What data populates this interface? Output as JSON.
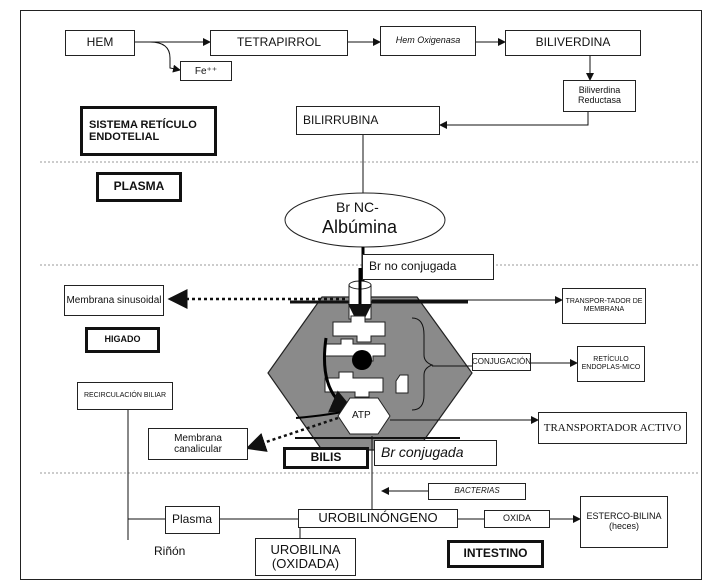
{
  "nodes": {
    "hem": "HEM",
    "fe": "Fe⁺⁺",
    "tetrapirrol": "TETRAPIRROL",
    "hem_oxigenasa": "Hem Oxigenasa",
    "biliverdina": "BILIVERDINA",
    "biliverdina_reductasa": "Biliverdina Reductasa",
    "sistema": "SISTEMA RETÍCULO ENDOTELIAL",
    "bilirrubina": "BILIRRUBINA",
    "plasma_section": "PLASMA",
    "br_nc": "Br NC-",
    "albumina": "Albúmina",
    "br_no_conjugada": "Br no conjugada",
    "membrana_sinusoidal": "Membrana sinusoidal",
    "transportador_membrana": "TRANSPOR-TADOR DE MEMBRANA",
    "higado": "HIGADO",
    "conjugacion": "CONJUGACIÓN",
    "reticulo": "RETÍCULO ENDOPLAS-MICO",
    "recirculacion": "RECIRCULACIÓN BILIAR",
    "atp": "ATP",
    "transportador_activo": "TRANSPORTADOR ACTIVO",
    "membrana_canalicular": "Membrana canalicular",
    "bilis": "BILIS",
    "br_conjugada": "Br conjugada",
    "bacterias": "BACTERIAS",
    "plasma_intestine": "Plasma",
    "urobilinogeno": "UROBILINÓNGENO",
    "oxida": "OXIDA",
    "estercobilina": "ESTERCO-BILINA (heces)",
    "rinon": "Riñón",
    "urobilina": "UROBILINA (OXIDADA)",
    "intestino": "INTESTINO"
  }
}
